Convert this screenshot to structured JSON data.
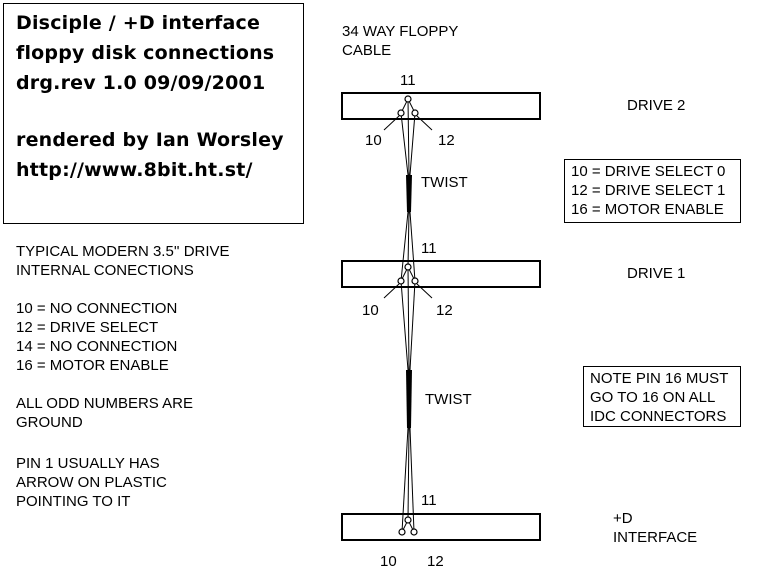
{
  "title": {
    "line1": "Disciple / +D interface",
    "line2": "floppy disk connections",
    "line3": "drg.rev 1.0  09/09/2001",
    "line4": "rendered by Ian Worsley",
    "line5": "http://www.8bit.ht.st/"
  },
  "cable": {
    "line1": "34 WAY FLOPPY",
    "line2": "CABLE"
  },
  "drive2": {
    "label": "DRIVE 2",
    "pin_top": "11",
    "pin_left": "10",
    "pin_right": "12"
  },
  "twist1": "TWIST",
  "legend": {
    "line1": "10 = DRIVE SELECT 0",
    "line2": "12 = DRIVE SELECT 1",
    "line3": "16 = MOTOR ENABLE"
  },
  "drive1": {
    "label": "DRIVE 1",
    "pin_top": "11",
    "pin_left": "10",
    "pin_right": "12"
  },
  "typical": {
    "line1": "TYPICAL MODERN 3.5'' DRIVE",
    "line2": "INTERNAL CONECTIONS",
    "line3": "10 = NO CONNECTION",
    "line4": "12 = DRIVE SELECT",
    "line5": "14 = NO CONNECTION",
    "line6": "16 = MOTOR ENABLE",
    "line7": "ALL ODD NUMBERS ARE",
    "line8": "GROUND",
    "line9": "PIN 1 USUALLY HAS",
    "line10": "ARROW ON PLASTIC",
    "line11": "POINTING TO IT"
  },
  "twist2": "TWIST",
  "note": {
    "line1": "NOTE PIN 16 MUST",
    "line2": "GO TO 16 ON ALL",
    "line3": "IDC CONNECTORS"
  },
  "interface": {
    "line1": "+D",
    "line2": "INTERFACE",
    "pin_top": "11",
    "pin_left": "10",
    "pin_right": "12"
  }
}
